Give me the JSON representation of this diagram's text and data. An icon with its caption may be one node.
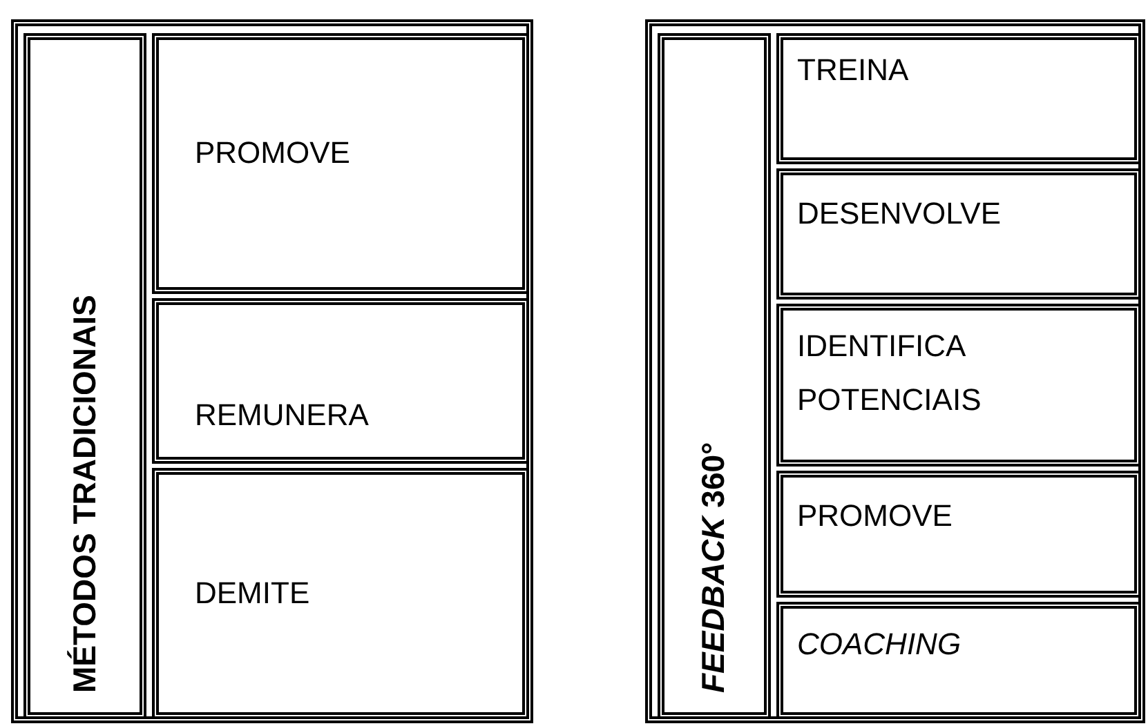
{
  "diagram": {
    "nodes": [
      {
        "text": [],
        "shape": "box"
      },
      {
        "text": [
          "MÉTODOS TRADICIONAIS"
        ],
        "in": 0
      },
      {
        "text": [
          "PROMOVE"
        ],
        "in": 0
      },
      {
        "text": [
          "REMUNERA"
        ],
        "in": 0
      },
      {
        "text": [
          "DEMITE"
        ],
        "in": 0
      },
      {
        "text": [],
        "shape": "box"
      },
      {
        "text": [
          "*FEEDBACK* 360°"
        ],
        "in": 5
      },
      {
        "text": [
          "TREINA"
        ],
        "in": 5
      },
      {
        "text": [
          "DESENVOLVE"
        ],
        "in": 5
      },
      {
        "text": [
          "IDENTIFICA POTENCIAIS"
        ],
        "in": 5
      },
      {
        "text": [
          "PROMOVE"
        ],
        "in": 5
      },
      {
        "text": [
          "COACHING"
        ],
        "in": 5
      }
    ],
    "edges": []
  }
}
